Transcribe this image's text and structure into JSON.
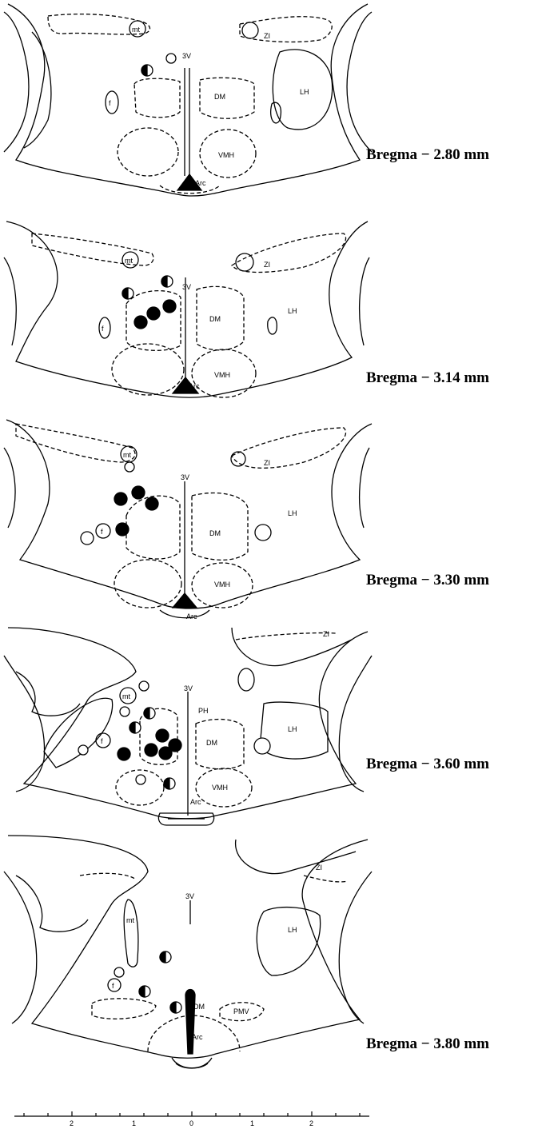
{
  "sections": [
    {
      "bregma": "Bregma − 2.80 mm",
      "labels": {
        "third_ventricle": "3V",
        "dm": "DM",
        "vmh": "VMH",
        "arc": "Arc",
        "lh": "LH",
        "zi": "ZI",
        "mt": "mt",
        "fornix": "f"
      }
    },
    {
      "bregma": "Bregma − 3.14 mm",
      "labels": {
        "third_ventricle": "3V",
        "dm": "DM",
        "vmh": "VMH",
        "arc": "Arc",
        "lh": "LH",
        "zi": "ZI",
        "mt": "mt",
        "fornix": "f"
      }
    },
    {
      "bregma": "Bregma − 3.30 mm",
      "labels": {
        "third_ventricle": "3V",
        "dm": "DM",
        "vmh": "VMH",
        "arc": "Arc",
        "lh": "LH",
        "zi": "ZI",
        "mt": "mt",
        "fornix": "f"
      }
    },
    {
      "bregma": "Bregma − 3.60 mm",
      "labels": {
        "third_ventricle": "3V",
        "ph": "PH",
        "dm": "DM",
        "vmh": "VMH",
        "arc": "Arc",
        "lh": "LH",
        "zi": "ZI",
        "mt": "mt",
        "fornix": "f"
      }
    },
    {
      "bregma": "Bregma − 3.80 mm",
      "labels": {
        "third_ventricle": "3V",
        "dm": "DM",
        "pmv": "PMV",
        "arc": "Arc",
        "lh": "LH",
        "zi": "ZI",
        "mt": "mt",
        "fornix": "f"
      }
    }
  ],
  "scale_bar": {
    "ticks": [
      "2",
      "1",
      "0",
      "1",
      "2"
    ]
  },
  "legend_symbols": {
    "filled": "filled-circle",
    "half": "half-filled-circle",
    "open": "open-circle"
  }
}
